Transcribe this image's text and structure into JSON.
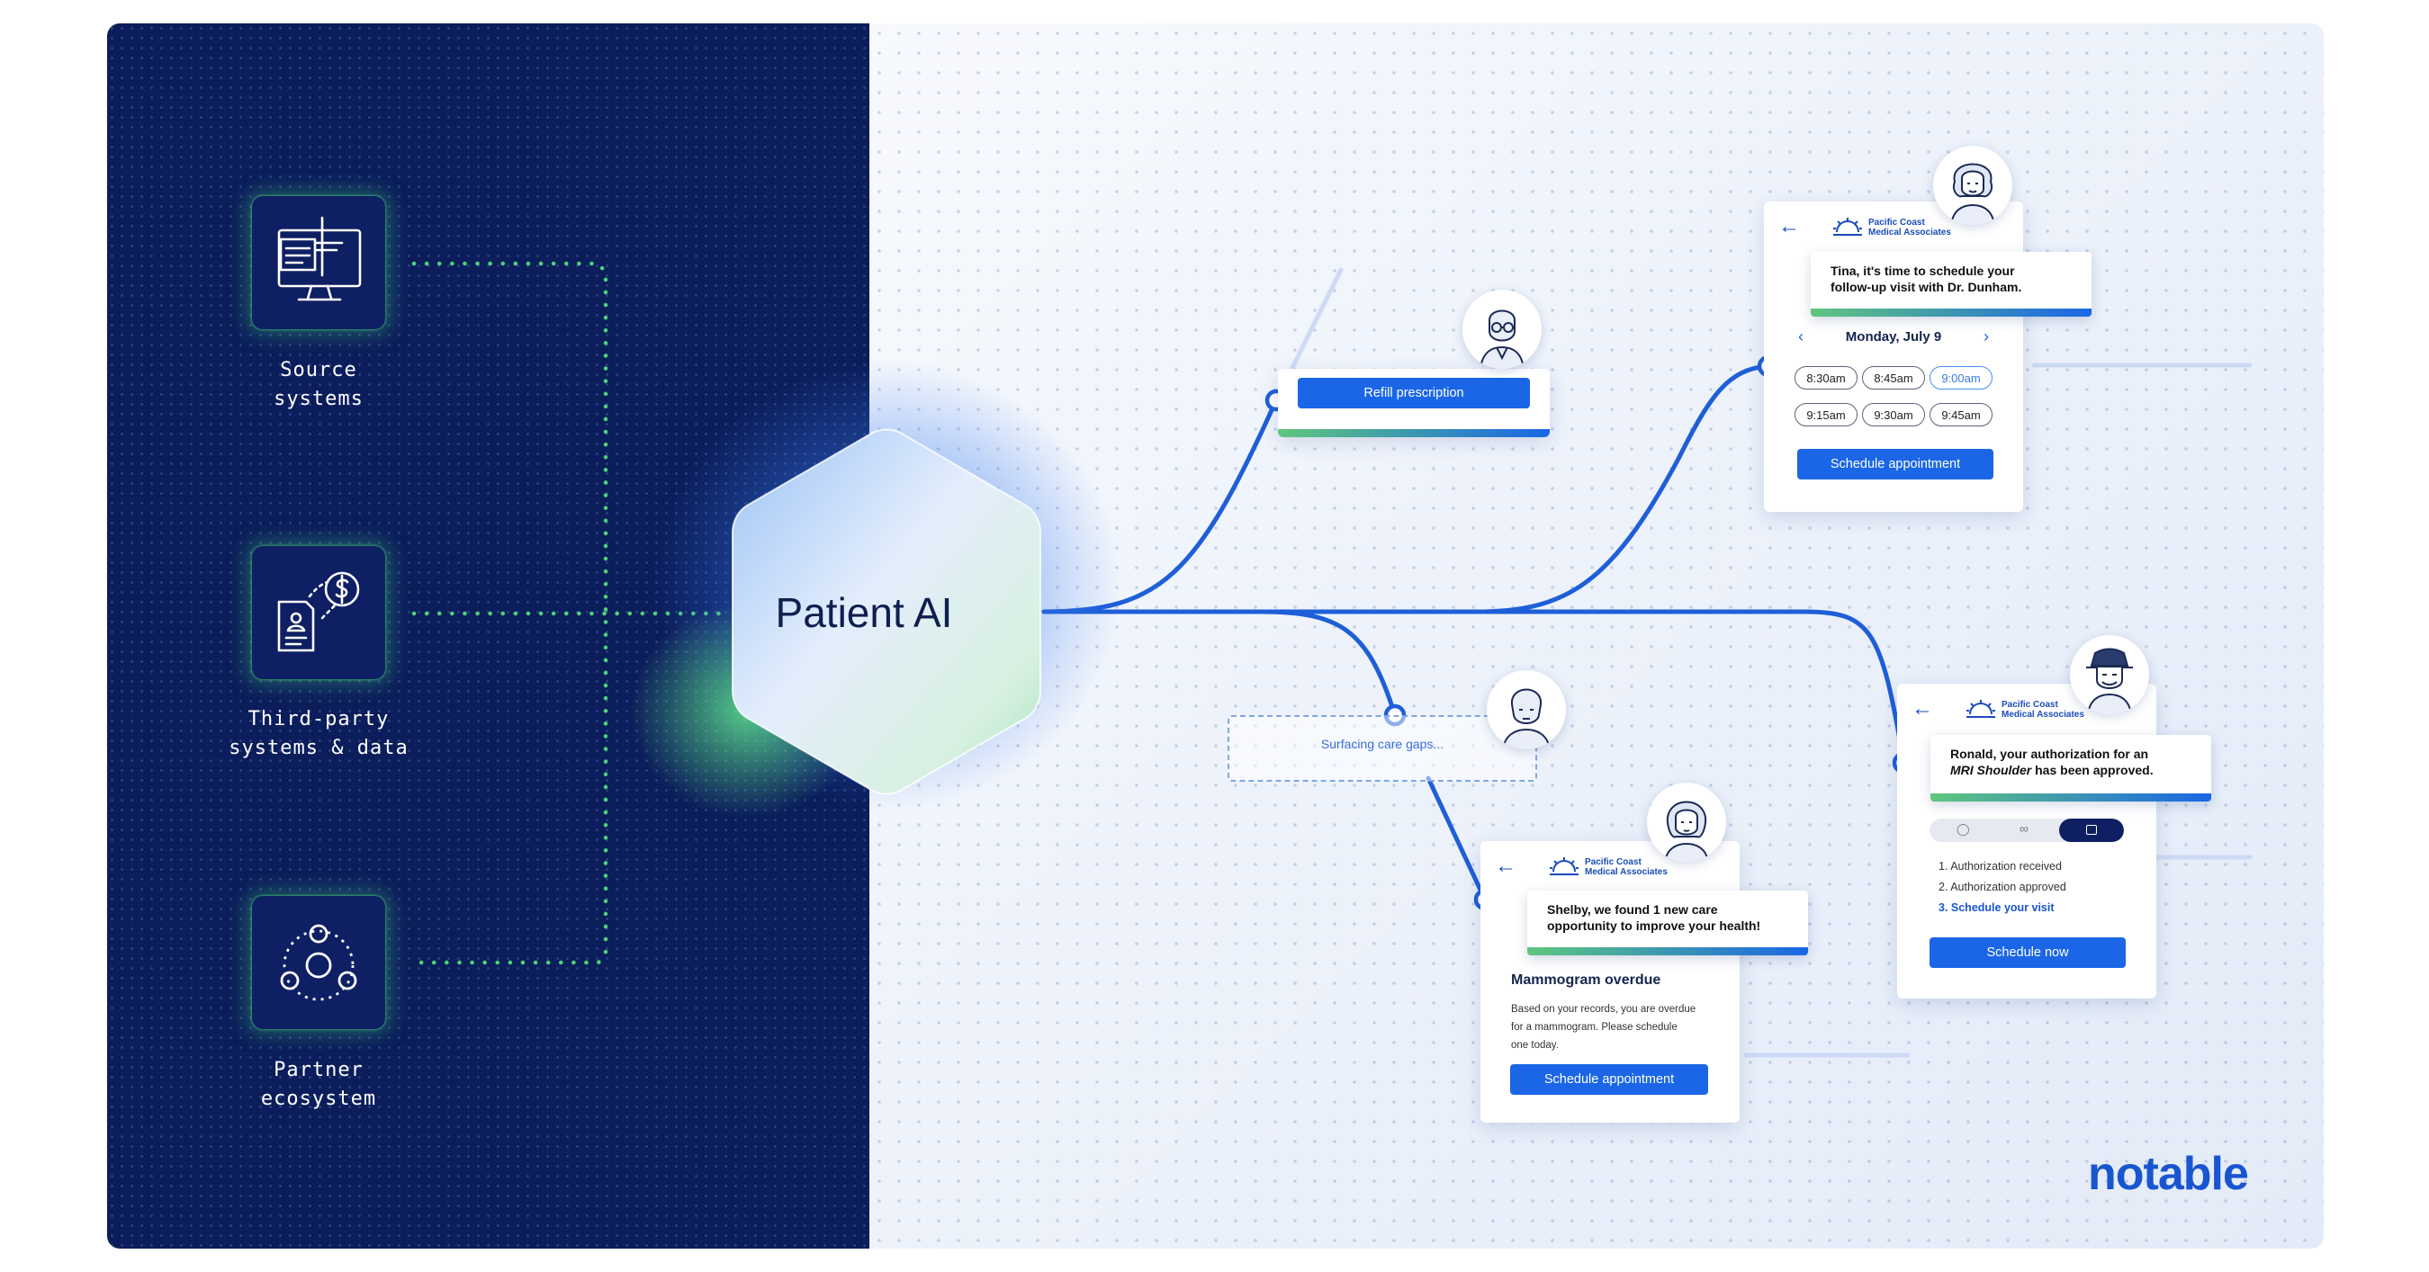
{
  "sources": [
    {
      "icon": "monitor-icon",
      "label_lines": [
        "Source",
        "systems"
      ]
    },
    {
      "icon": "document-dollar-icon",
      "label_lines": [
        "Third-party",
        "systems & data"
      ]
    },
    {
      "icon": "network-circles-icon",
      "label_lines": [
        "Partner",
        "ecosystem"
      ]
    }
  ],
  "hub": {
    "label": "Patient AI"
  },
  "refill": {
    "button": "Refill prescription"
  },
  "care_gaps": {
    "status": "Surfacing care gaps..."
  },
  "schedule_card": {
    "org_line1": "Pacific Coast",
    "org_line2": "Medical Associates",
    "message_line1": "Tina, it's time to schedule your",
    "message_line2": "follow-up visit with Dr. Dunham.",
    "date": "Monday, July 9",
    "slots": [
      "8:30am",
      "8:45am",
      "9:00am",
      "9:15am",
      "9:30am",
      "9:45am"
    ],
    "selected_slot": "9:00am",
    "button": "Schedule appointment"
  },
  "mammogram_card": {
    "org_line1": "Pacific Coast",
    "org_line2": "Medical Associates",
    "message_line1": "Shelby, we found 1 new care",
    "message_line2": "opportunity to improve your health!",
    "title": "Mammogram overdue",
    "body_line1": "Based on your records, you are overdue",
    "body_line2": "for a mammogram. Please schedule",
    "body_line3": "one today.",
    "button": "Schedule appointment"
  },
  "auth_card": {
    "org_line1": "Pacific Coast",
    "org_line2": "Medical Associates",
    "message_line1": "Ronald, your authorization for an",
    "message_line2_italic": "MRI Shoulder",
    "message_line2_rest": " has been approved.",
    "steps": [
      "1. Authorization received",
      "2. Authorization approved",
      "3. Schedule your visit"
    ],
    "button": "Schedule now"
  },
  "brand": {
    "logo_text": "notable"
  },
  "colors": {
    "navy": "#0b1d5a",
    "accent_blue": "#1a66e6",
    "green": "#5fc67d",
    "line_blue": "#1e5fd8"
  }
}
